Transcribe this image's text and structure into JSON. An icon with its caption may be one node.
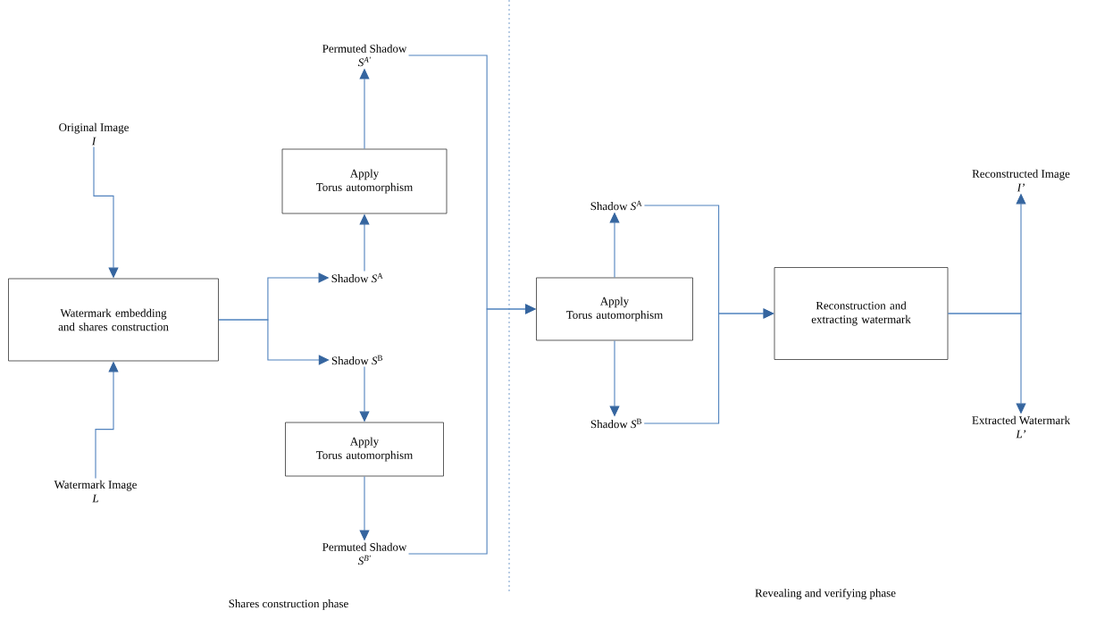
{
  "diagram": {
    "nodes": [
      {
        "text": [
          "Original Image",
          "I"
        ]
      },
      {
        "text": [
          "Watermark embedding and shares construction"
        ]
      },
      {
        "text": [
          "Watermark Image",
          "L"
        ]
      },
      {
        "text": [
          "Permuted Shadow",
          "S$^{A'}$"
        ]
      },
      {
        "text": [
          "Apply",
          "Torus automorphism"
        ]
      },
      {
        "text": [
          "Shadow *S*$^{A}$"
        ]
      },
      {
        "text": [
          "Shadow *S*$^{B}$"
        ]
      },
      {
        "text": [
          "Apply",
          "Torus automorphism"
        ]
      },
      {
        "text": [
          "Permuted Shadow",
          "S$^{B'}$"
        ]
      },
      {
        "text": [
          "Apply",
          "Torus automorphism"
        ]
      },
      {
        "text": [
          "Shadow *S*$^{A}$"
        ]
      },
      {
        "text": [
          "Shadow *S*$^{B}$"
        ]
      },
      {
        "text": [
          "Reconstruction and extracting watermark"
        ]
      },
      {
        "text": [
          "Reconstructed Image",
          "I’"
        ]
      },
      {
        "text": [
          "Extracted Watermark",
          "L’"
        ]
      }
    ],
    "edges": [
      {
        "from": 0,
        "to": 1,
        "arrow": "to"
      },
      {
        "from": 2,
        "to": 1,
        "arrow": "to"
      },
      {
        "from": 1,
        "to": 5,
        "arrow": "to"
      },
      {
        "from": 1,
        "to": 6,
        "arrow": "to"
      },
      {
        "from": 5,
        "to": 4,
        "arrow": "to"
      },
      {
        "from": 4,
        "to": 3,
        "arrow": "to"
      },
      {
        "from": 6,
        "to": 7,
        "arrow": "to"
      },
      {
        "from": 7,
        "to": 8,
        "arrow": "to"
      },
      {
        "from": 3,
        "to": 9,
        "arrow": "to"
      },
      {
        "from": 8,
        "to": 9,
        "arrow": "to"
      },
      {
        "from": 9,
        "to": 10,
        "arrow": "to"
      },
      {
        "from": 9,
        "to": 11,
        "arrow": "to"
      },
      {
        "from": 10,
        "to": 12,
        "arrow": "to"
      },
      {
        "from": 11,
        "to": 12,
        "arrow": "to"
      },
      {
        "from": 12,
        "to": 13,
        "arrow": "to"
      },
      {
        "from": 12,
        "to": 14,
        "arrow": "to"
      }
    ],
    "labels": [
      "Shares construction phase",
      "Revealing and verifying phase"
    ]
  }
}
